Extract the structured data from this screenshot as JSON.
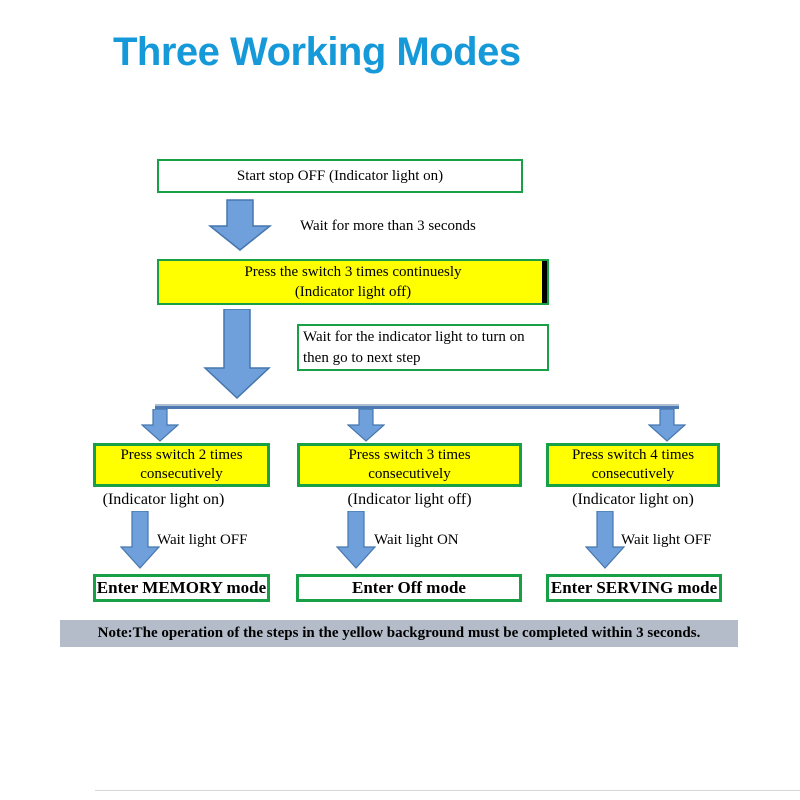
{
  "title": "Three Working Modes",
  "colors": {
    "title_blue": "#1699d8",
    "border_green": "#17a045",
    "box_yellow": "#ffff00",
    "arrow_fill": "#6fa0db",
    "arrow_stroke": "#4576ad",
    "note_gray": "#b4bcca"
  },
  "flow": {
    "start_box": "Start stop OFF (Indicator light on)",
    "wait_label_1": "Wait for more than 3 seconds",
    "press_box_line1": "Press the switch 3 times continuesly",
    "press_box_line2": "(Indicator light off)",
    "wait_indicator_line1": "Wait for the indicator light to turn on",
    "wait_indicator_line2": "then go to next step",
    "branches": [
      {
        "press_line1": "Press switch 2 times",
        "press_line2": "consecutively",
        "indicator": "(Indicator light on)",
        "wait": "Wait light OFF",
        "result": "Enter MEMORY mode"
      },
      {
        "press_line1": "Press switch 3 times",
        "press_line2": "consecutively",
        "indicator": "(Indicator light off)",
        "wait": "Wait light ON",
        "result": "Enter Off mode"
      },
      {
        "press_line1": "Press switch 4 times",
        "press_line2": "consecutively",
        "indicator": "(Indicator light on)",
        "wait": "Wait light OFF",
        "result": "Enter SERVING mode"
      }
    ],
    "note": "Note:The operation of the steps in the yellow background must be completed within 3 seconds."
  }
}
